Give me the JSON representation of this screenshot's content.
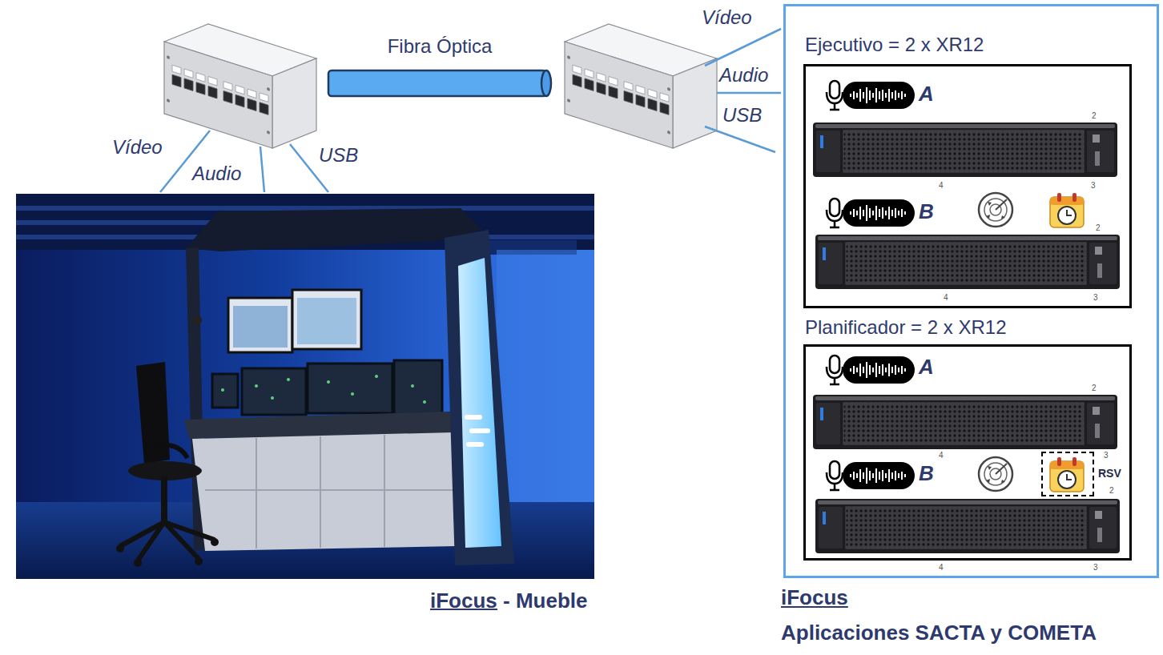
{
  "diagram": {
    "nodes": [
      {
        "text": [
          "Fibra Óptica"
        ]
      },
      {
        "text": [
          "iFocus - Mueble"
        ]
      },
      {
        "text": [
          "iFocus",
          "Aplicaciones SACTA y COMETA"
        ]
      },
      {
        "text": [
          "Ejecutivo = 2 x XR12"
        ],
        "in": 2
      },
      {
        "text": [
          "Planificador = 2 x XR12"
        ],
        "in": 2
      },
      {
        "text": [
          "RSV"
        ],
        "in": 4
      }
    ],
    "labels": [
      "Vídeo",
      "Audio",
      "USB",
      "Vídeo",
      "Audio",
      "USB",
      "A",
      "2",
      "4",
      "3",
      "B",
      "2",
      "4",
      "3",
      "A",
      "2",
      "4",
      "3",
      "B",
      "2",
      "4",
      "3"
    ]
  }
}
